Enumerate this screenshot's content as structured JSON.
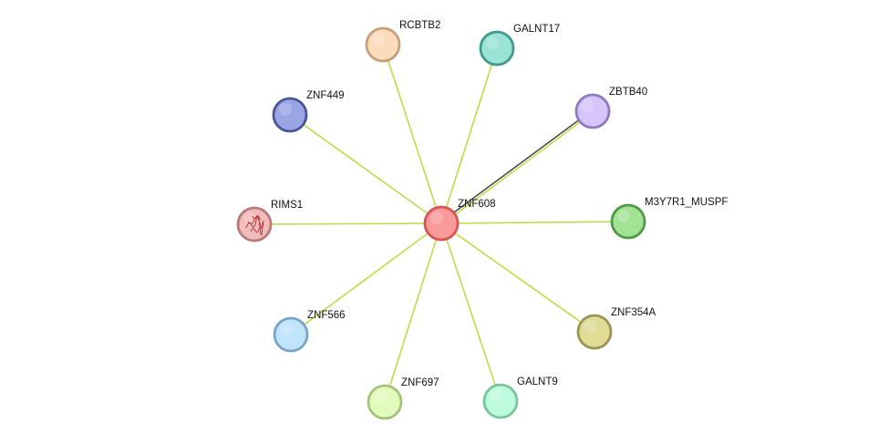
{
  "network": {
    "center": "ZNF608",
    "nodes": [
      {
        "id": "ZNF608",
        "label": "ZNF608",
        "fill": "#f99a9a",
        "stroke": "#d55555",
        "kind": "center"
      },
      {
        "id": "RCBTB2",
        "label": "RCBTB2",
        "fill": "#fcdcbd",
        "stroke": "#c4a07a"
      },
      {
        "id": "GALNT17",
        "label": "GALNT17",
        "fill": "#9ae3d6",
        "stroke": "#3f9a8c"
      },
      {
        "id": "ZBTB40",
        "label": "ZBTB40",
        "fill": "#d6c4fb",
        "stroke": "#8e7ac0"
      },
      {
        "id": "ZNF449",
        "label": "ZNF449",
        "fill": "#9aa6e3",
        "stroke": "#4a5596"
      },
      {
        "id": "RIMS1",
        "label": "RIMS1",
        "fill": "#f2bcbc",
        "stroke": "#b97a7a",
        "icon": "protein-structure-icon"
      },
      {
        "id": "M3Y7R1_MUSPF",
        "label": "M3Y7R1_MUSPF",
        "fill": "#a2e294",
        "stroke": "#4f9a47"
      },
      {
        "id": "ZNF566",
        "label": "ZNF566",
        "fill": "#c0e4fb",
        "stroke": "#7aa4c4"
      },
      {
        "id": "ZNF354A",
        "label": "ZNF354A",
        "fill": "#e0dc96",
        "stroke": "#9a9553"
      },
      {
        "id": "ZNF697",
        "label": "ZNF697",
        "fill": "#e2fbbc",
        "stroke": "#a2c47a"
      },
      {
        "id": "GALNT9",
        "label": "GALNT9",
        "fill": "#bcfbdc",
        "stroke": "#7ac4a0"
      }
    ],
    "edges": [
      {
        "from": "ZNF608",
        "to": "RCBTB2",
        "colors": [
          "#c2d94a"
        ]
      },
      {
        "from": "ZNF608",
        "to": "GALNT17",
        "colors": [
          "#c2d94a"
        ]
      },
      {
        "from": "ZNF608",
        "to": "ZBTB40",
        "colors": [
          "#444444",
          "#c2d94a"
        ]
      },
      {
        "from": "ZNF608",
        "to": "ZNF449",
        "colors": [
          "#c2d94a"
        ]
      },
      {
        "from": "ZNF608",
        "to": "RIMS1",
        "colors": [
          "#c2d94a"
        ]
      },
      {
        "from": "ZNF608",
        "to": "M3Y7R1_MUSPF",
        "colors": [
          "#c2d94a"
        ]
      },
      {
        "from": "ZNF608",
        "to": "ZNF566",
        "colors": [
          "#c2d94a"
        ]
      },
      {
        "from": "ZNF608",
        "to": "ZNF354A",
        "colors": [
          "#c2d94a"
        ]
      },
      {
        "from": "ZNF608",
        "to": "ZNF697",
        "colors": [
          "#c2d94a"
        ]
      },
      {
        "from": "ZNF608",
        "to": "GALNT9",
        "colors": [
          "#c2d94a"
        ]
      }
    ]
  }
}
